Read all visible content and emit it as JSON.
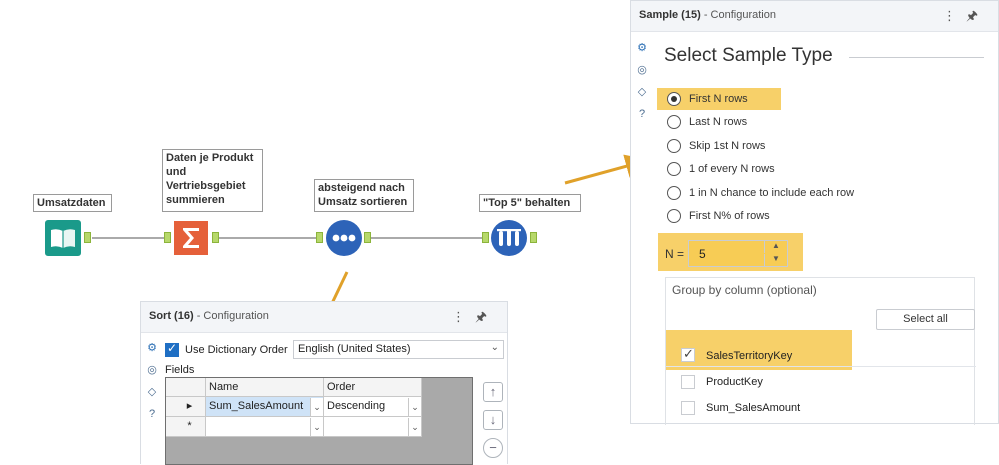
{
  "workflow": {
    "annotations": [
      {
        "id": "a1",
        "text": "Umsatzdaten"
      },
      {
        "id": "a2",
        "text": "Daten je Produkt und Vertriebsgebiet summieren"
      },
      {
        "id": "a3",
        "text": "absteigend nach Umsatz sortieren"
      },
      {
        "id": "a4",
        "text": "\"Top 5\" behalten"
      }
    ],
    "tools": [
      "book-icon",
      "summarize-icon",
      "sort-icon",
      "sample-icon"
    ],
    "colors": {
      "input": "#1a9a8a",
      "summarize": "#e5603a",
      "sort": "#2d63b8",
      "sample": "#2d63b8",
      "connector": "#b7d86b",
      "highlight": "#f6c84f",
      "arrow": "#e0a12a"
    }
  },
  "sample_panel": {
    "title": "Sample (15)",
    "subtitle": "- Configuration",
    "heading": "Select Sample Type",
    "options": [
      {
        "label": "First N rows",
        "selected": true
      },
      {
        "label": "Last N rows",
        "selected": false
      },
      {
        "label": "Skip 1st N rows",
        "selected": false
      },
      {
        "label": "1 of every N rows",
        "selected": false
      },
      {
        "label": "1 in N chance to include each row",
        "selected": false
      },
      {
        "label": "First N% of rows",
        "selected": false
      }
    ],
    "n_label": "N =",
    "n_value": "5",
    "group_label": "Group by column (optional)",
    "select_all": "Select all",
    "columns": [
      {
        "label": "SalesTerritoryKey",
        "checked": true
      },
      {
        "label": "ProductKey",
        "checked": false
      },
      {
        "label": "Sum_SalesAmount",
        "checked": false
      }
    ]
  },
  "sort_panel": {
    "title": "Sort (16)",
    "subtitle": "- Configuration",
    "dict_order_label": "Use Dictionary Order",
    "language": "English (United States)",
    "fields_label": "Fields",
    "headers": {
      "name": "Name",
      "order": "Order"
    },
    "rows": [
      {
        "marker": "▸",
        "name": "Sum_SalesAmount",
        "order": "Descending"
      },
      {
        "marker": "*",
        "name": "",
        "order": ""
      }
    ]
  }
}
